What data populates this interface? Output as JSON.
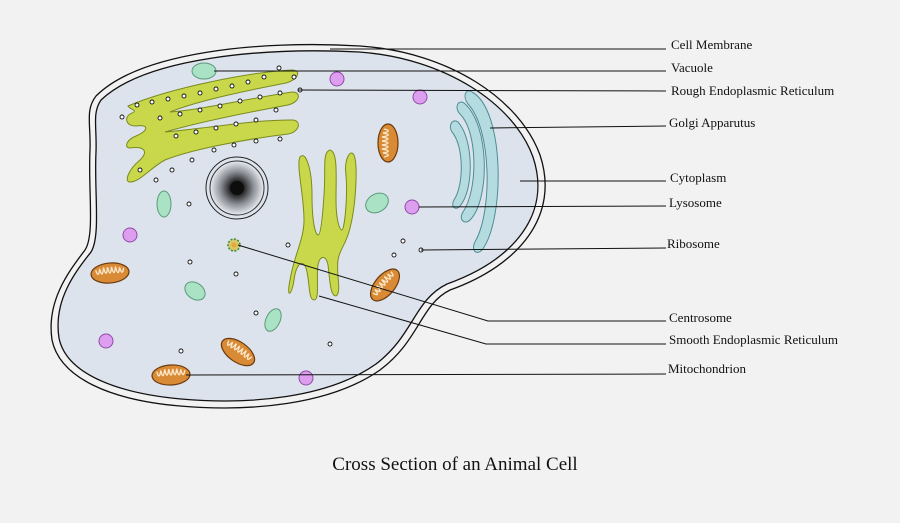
{
  "caption": "Cross Section of an Animal Cell",
  "labels": {
    "cell_membrane": "Cell Membrane",
    "vacuole": "Vacuole",
    "rough_er": "Rough Endoplasmic Reticulum",
    "golgi": "Golgi Apparutus",
    "cytoplasm": "Cytoplasm",
    "lysosome": "Lysosome",
    "ribosome": "Ribosome",
    "centrosome": "Centrosome",
    "smooth_er": "Smooth Endoplasmic Reticulum",
    "mitochondrion": "Mitochondrion"
  },
  "colors": {
    "background": "#f2f2f2",
    "cytoplasm": "#dde3ec",
    "er": "#c8d84a",
    "golgi": "#b4dce0",
    "vacuole": "#a9e2c4",
    "lysosome": "#dd9ef0",
    "mitochondrion": "#d88a35",
    "nucleus": "#1a1a1a"
  }
}
